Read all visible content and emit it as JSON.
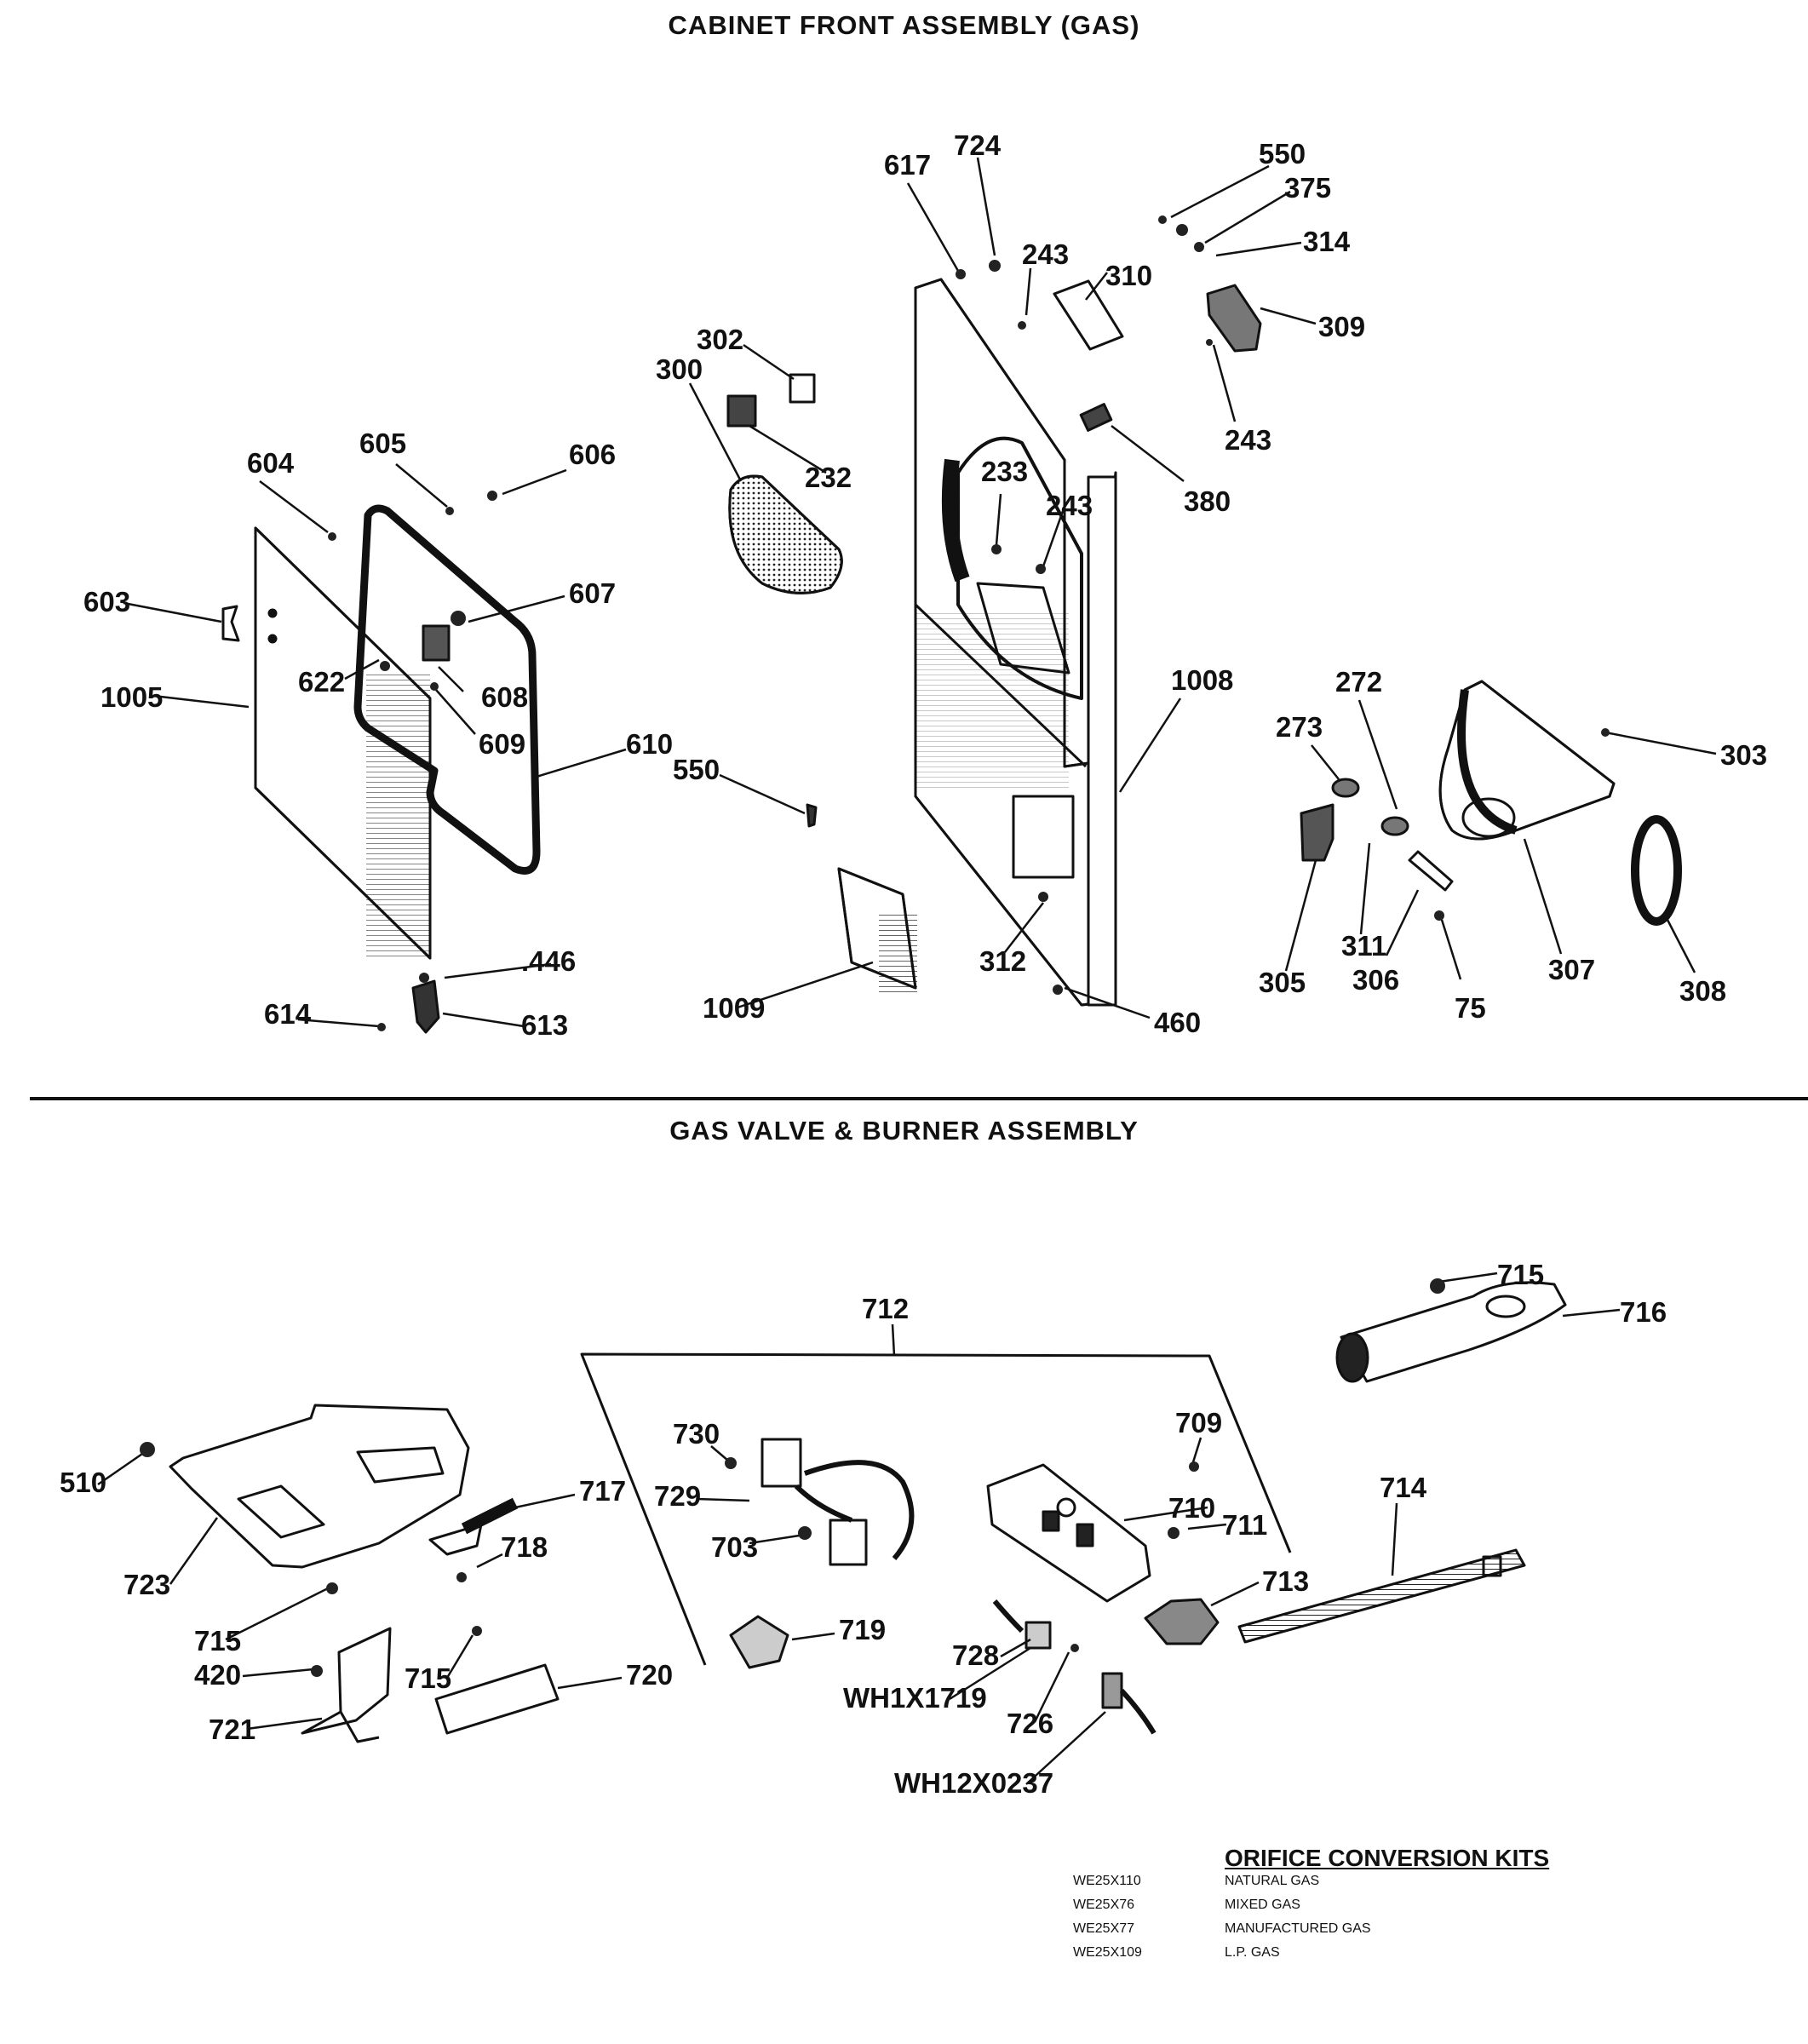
{
  "sections": {
    "top_title": "CABINET FRONT ASSEMBLY (GAS)",
    "bottom_title": "GAS VALVE & BURNER ASSEMBLY"
  },
  "part_labels": {
    "p617": "617",
    "p724": "724",
    "p550a": "550",
    "p375": "375",
    "p314": "314",
    "p243a": "243",
    "p310": "310",
    "p309": "309",
    "p243b": "243",
    "p302": "302",
    "p300": "300",
    "p232": "232",
    "p380": "380",
    "p604": "604",
    "p605": "605",
    "p606": "606",
    "p233": "233",
    "p243c": "243",
    "p607": "607",
    "p603": "603",
    "p1005": "1005",
    "p622": "622",
    "p608": "608",
    "p609": "609",
    "p610": "610",
    "p550b": "550",
    "p1008": "1008",
    "p272": "272",
    "p273": "273",
    "p303": "303",
    "p446": ".446",
    "p614": "614",
    "p613": "613",
    "p1009": "1009",
    "p312": "312",
    "p460": "460",
    "p305": "305",
    "p311": "311",
    "p306": "306",
    "p75": "75",
    "p307": "307",
    "p308": "308",
    "p712": "712",
    "p715a": "715",
    "p716": "716",
    "p510": "510",
    "p730": "730",
    "p709": "709",
    "p717": "717",
    "p729": "729",
    "p714": "714",
    "p710": "710",
    "p711": "711",
    "p718": "718",
    "p703": "703",
    "p723": "723",
    "p713": "713",
    "p715b": "715",
    "p719": "719",
    "p420": "420",
    "p728": "728",
    "p715c": "715",
    "p720": "720",
    "pWH1": "WH1X1719",
    "p721": "721",
    "p726": "726",
    "pWH2": "WH12X0237"
  },
  "orifice_kits": {
    "title": "ORIFICE CONVERSION KITS",
    "rows": [
      {
        "code": "WE25X110",
        "desc": "NATURAL GAS"
      },
      {
        "code": "WE25X76",
        "desc": "MIXED GAS"
      },
      {
        "code": "WE25X77",
        "desc": "MANUFACTURED GAS"
      },
      {
        "code": "WE25X109",
        "desc": "L.P. GAS"
      }
    ]
  }
}
